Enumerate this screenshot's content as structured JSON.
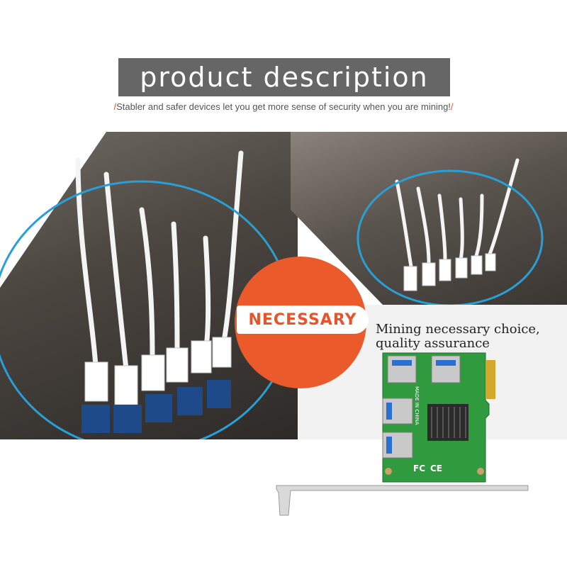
{
  "header": {
    "title": "product description",
    "subtitle": "Stabler and safer devices let you get more sense of security when you are mining!",
    "slash_left": "/",
    "slash_right": "/"
  },
  "badge": {
    "label": "NECESSARY"
  },
  "promo": {
    "line1": "Mining necessary choice,",
    "line2": "quality assurance"
  },
  "card": {
    "made_in": "MADE IN CHINA",
    "fc_mark": "FC",
    "ce_mark": "CE"
  },
  "colors": {
    "accent": "#ea5a2a",
    "title_bg": "#666666",
    "cable_circle": "#2a9fd6",
    "pcb_green": "#2f9a3e"
  }
}
